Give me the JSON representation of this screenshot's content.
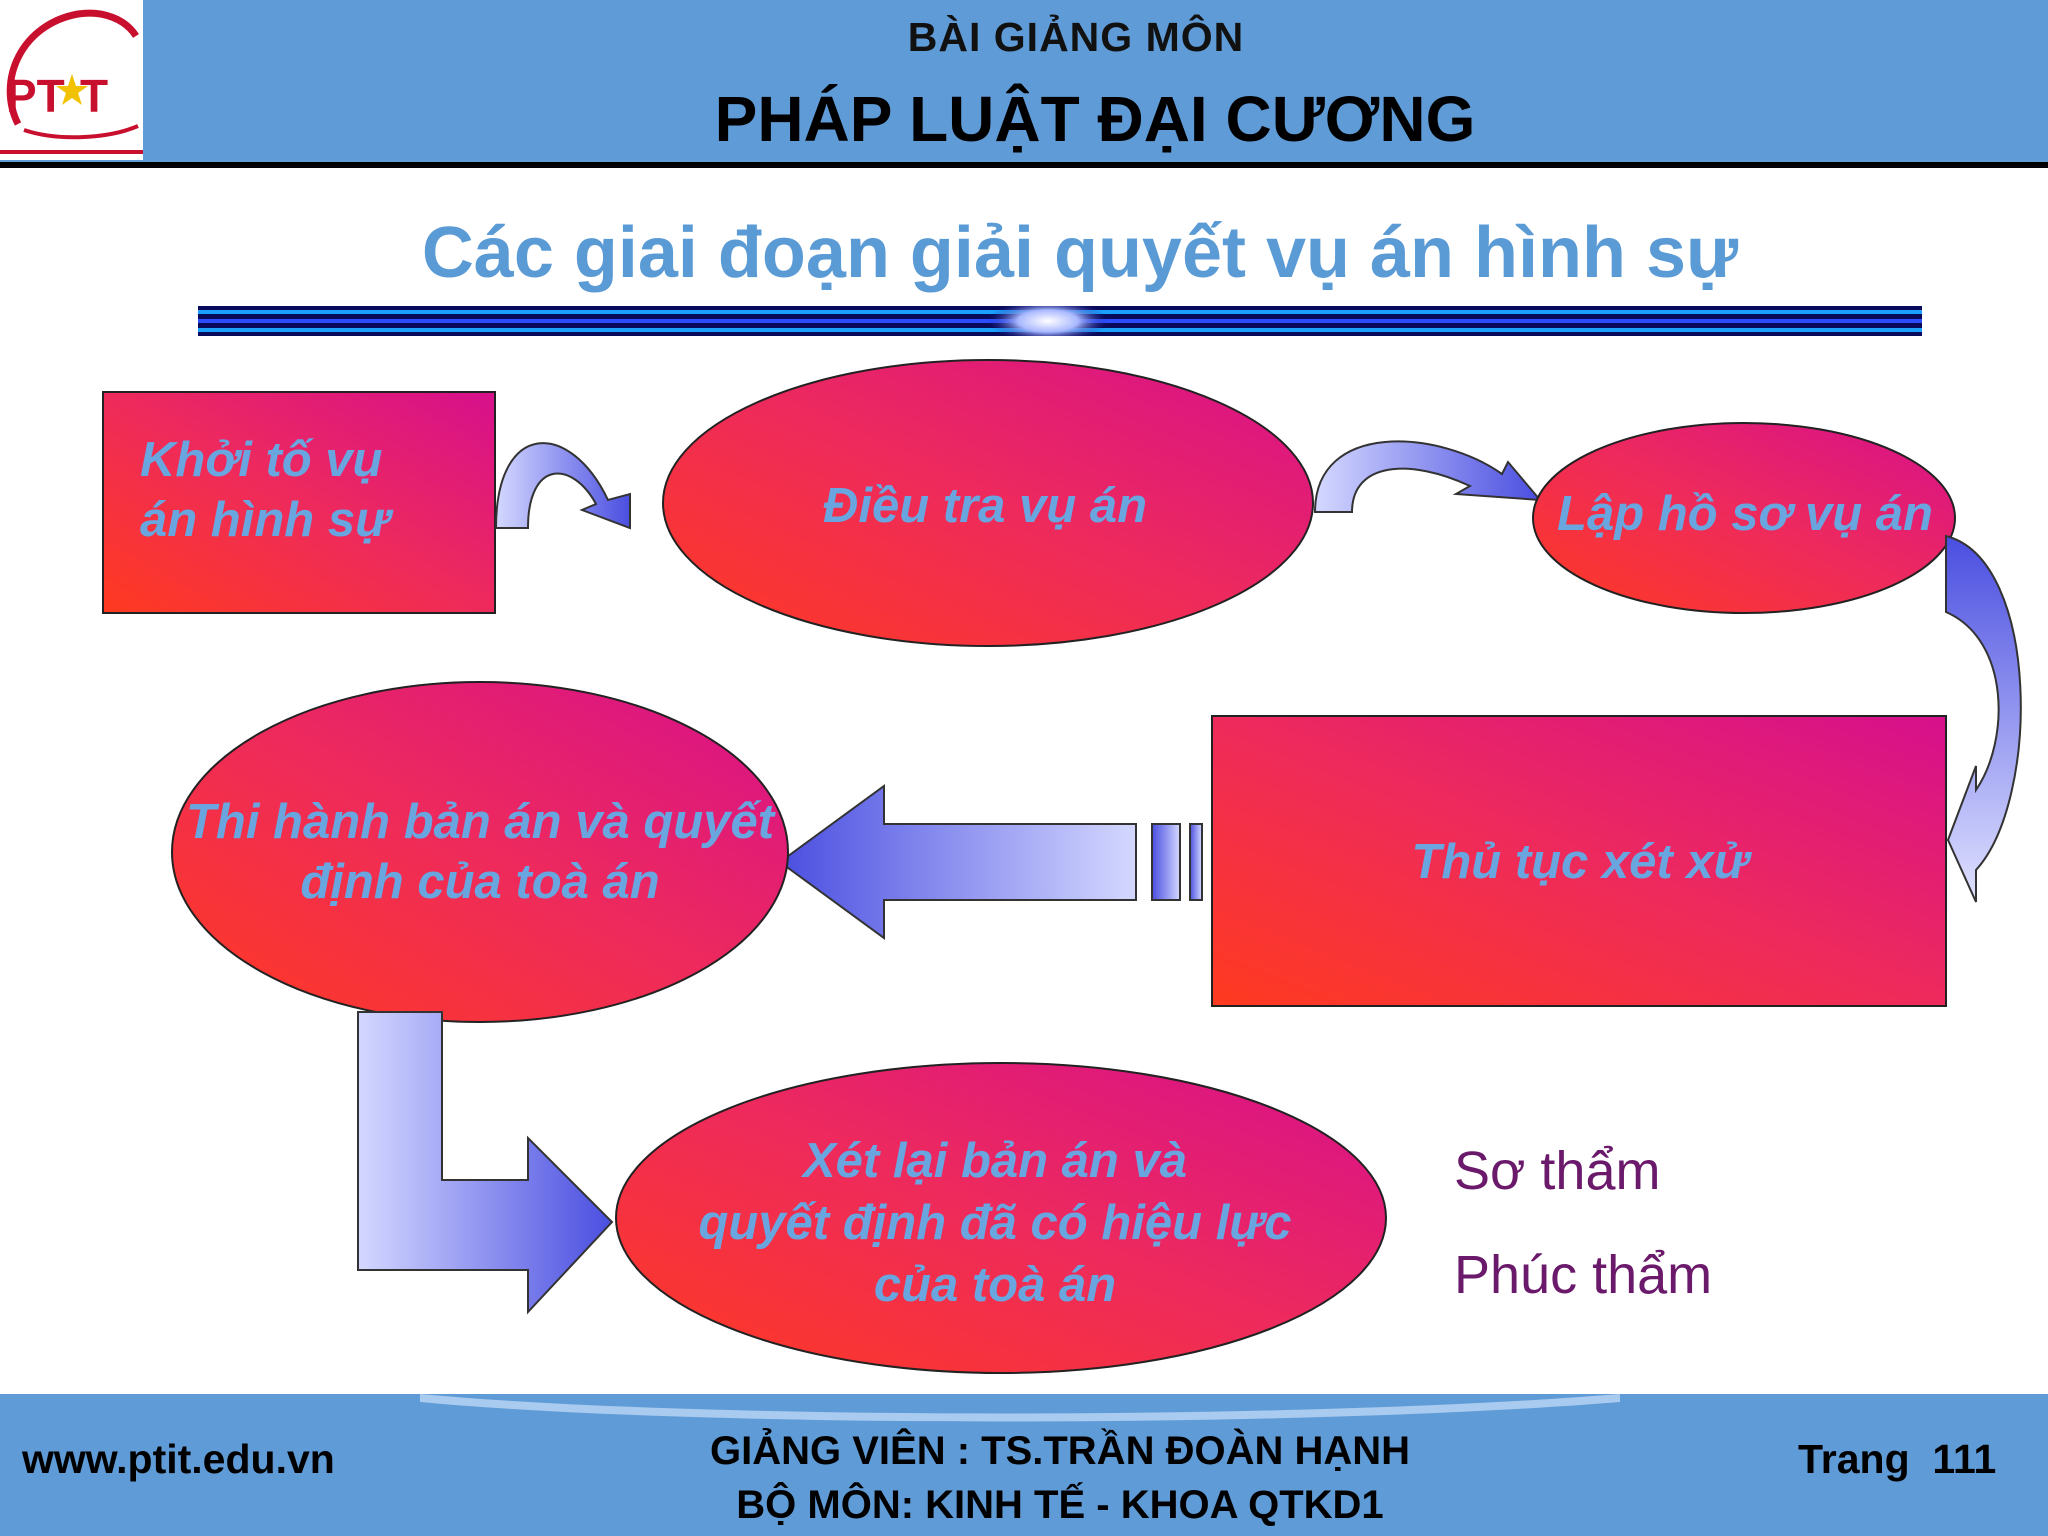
{
  "header": {
    "logo_text": "PTIT",
    "course_label": "BÀI GIẢNG MÔN",
    "course_title": "PHÁP LUẬT ĐẠI CƯƠNG"
  },
  "slide": {
    "title": "Các giai đoạn giải quyết vụ án hình sự"
  },
  "diagram": {
    "nodes": {
      "khoi_to": {
        "line1": "Khởi tố vụ",
        "line2": "án hình sự"
      },
      "dieu_tra": "Điều tra vụ án",
      "lap_ho_so": "Lập hồ sơ vụ án",
      "thu_tuc": "Thủ tục xét xử",
      "thi_hanh": {
        "line1": "Thi hành bản án và quyết",
        "line2": "định của toà án"
      },
      "xet_lai": {
        "line1": "Xét lại bản án và",
        "line2": "quyết định đã có hiệu lực",
        "line3": "của toà án"
      }
    },
    "notes": {
      "so_tham": "Sơ thẩm",
      "phuc_tham": "Phúc thẩm"
    }
  },
  "footer": {
    "website": "www.ptit.edu.vn",
    "lecturer": "GIẢNG VIÊN : TS.TRẦN ĐOÀN HẠNH",
    "department": "BỘ MÔN: KINH TẾ - KHOA QTKD1",
    "page": "Trang  111"
  },
  "colors": {
    "header_blue": "#5f9bd6",
    "node_fill_start": "#ff3a1f",
    "node_fill_end": "#d6108c",
    "node_text": "#69a6e0",
    "arrow_light": "#d4d8ff",
    "arrow_dark": "#4a4ee0",
    "note_text": "#6b1a6b"
  }
}
